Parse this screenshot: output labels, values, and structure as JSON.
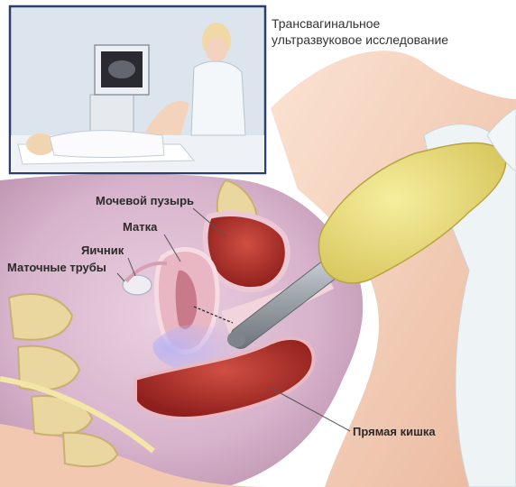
{
  "title": {
    "line1": "Трансвагинальное",
    "line2": "ультразвуковое исследование"
  },
  "labels": {
    "bladder": "Мочевой пузырь",
    "uterus": "Матка",
    "ovary": "Яичник",
    "tubes": "Маточные трубы",
    "rectum": "Прямая кишка"
  },
  "colors": {
    "skin": "#f6d2bd",
    "tissue": "#dcc0cf",
    "organ_red": "#b8322b",
    "bone": "#e8d99a",
    "glove": "#e9dc7a",
    "probe": "#9aa0a6",
    "inset_bg": "#dde6ef",
    "inset_border": "#2c3e6a"
  }
}
